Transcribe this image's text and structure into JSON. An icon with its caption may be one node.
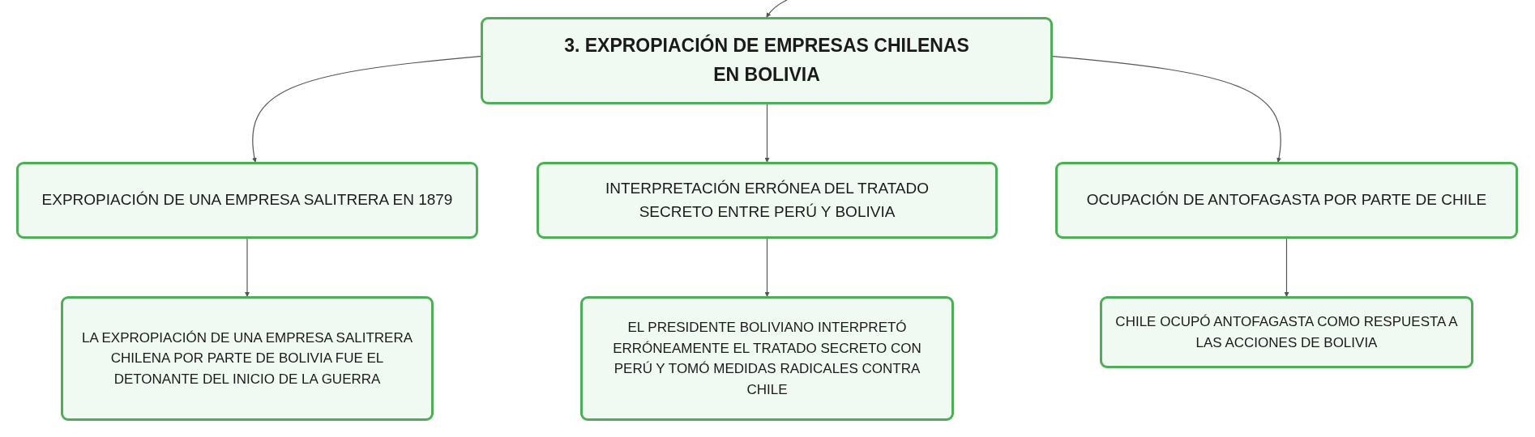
{
  "diagram": {
    "nodes": [
      {
        "text": [
          "3. EXPROPIACIÓN DE EMPRESAS CHILENAS EN BOLIVIA"
        ]
      },
      {
        "text": [
          "EXPROPIACIÓN DE UNA EMPRESA SALITRERA EN 1879"
        ]
      },
      {
        "text": [
          "INTERPRETACIÓN ERRÓNEA DEL TRATADO SECRETO ENTRE PERÚ Y BOLIVIA"
        ]
      },
      {
        "text": [
          "OCUPACIÓN DE ANTOFAGASTA POR PARTE DE CHILE"
        ]
      },
      {
        "text": [
          "LA EXPROPIACIÓN DE UNA EMPRESA SALITRERA CHILENA POR PARTE DE BOLIVIA FUE EL DETONANTE DEL INICIO DE LA GUERRA"
        ]
      },
      {
        "text": [
          "EL PRESIDENTE BOLIVIANO INTERPRETÓ ERRÓNEAMENTE EL TRATADO SECRETO CON PERÚ Y TOMÓ MEDIDAS RADICALES CONTRA CHILE"
        ]
      },
      {
        "text": [
          "CHILE OCUPÓ ANTOFAGASTA COMO RESPUESTA A LAS ACCIONES DE BOLIVIA"
        ]
      }
    ],
    "edges": [
      {
        "from": null,
        "to": 0,
        "arrow": "to"
      },
      {
        "from": 0,
        "to": 1,
        "arrow": "to"
      },
      {
        "from": 0,
        "to": 2,
        "arrow": "to"
      },
      {
        "from": 0,
        "to": 3,
        "arrow": "to"
      },
      {
        "from": 1,
        "to": 4,
        "arrow": "to"
      },
      {
        "from": 2,
        "to": 5,
        "arrow": "to"
      },
      {
        "from": 3,
        "to": 6,
        "arrow": "to"
      }
    ]
  }
}
